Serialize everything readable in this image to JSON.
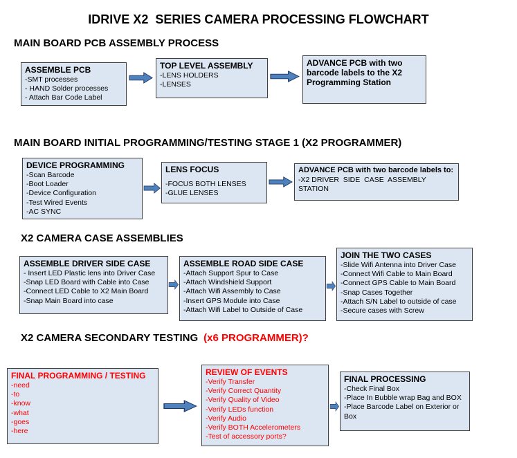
{
  "page": {
    "title": "IDRIVE X2  SERIES CAMERA PROCESSING FLOWCHART"
  },
  "colors": {
    "box_fill": "#dce6f2",
    "box_border": "#404040",
    "arrow_fill": "#4f81bd",
    "arrow_border": "#1f3864",
    "alert_red": "#ff0000"
  },
  "sections": [
    {
      "heading": "MAIN BOARD PCB ASSEMBLY PROCESS",
      "boxes": [
        {
          "title": "ASSEMBLE PCB",
          "items": [
            "-SMT processes",
            "- HAND Solder processes",
            "- Attach Bar Code Label"
          ]
        },
        {
          "title": "TOP LEVEL ASSEMBLY",
          "items": [
            "-LENS HOLDERS",
            "-LENSES"
          ]
        },
        {
          "title": "ADVANCE PCB with two barcode labels to the X2 Programming Station",
          "items": []
        }
      ]
    },
    {
      "heading": "MAIN BOARD INITIAL PROGRAMMING/TESTING STAGE 1 (X2 PROGRAMMER)",
      "boxes": [
        {
          "title": "DEVICE PROGRAMMING",
          "items": [
            "-Scan Barcode",
            "-Boot Loader",
            "-Device Configuration",
            "-Test Wired Events",
            "-AC SYNC"
          ]
        },
        {
          "title": "LENS FOCUS",
          "items": [
            "-FOCUS BOTH LENSES",
            "-GLUE LENSES"
          ]
        },
        {
          "title": "ADVANCE PCB with two barcode labels to:",
          "items": [
            "-X2 DRIVER  SIDE  CASE  ASSEMBLY STATION"
          ]
        }
      ]
    },
    {
      "heading": "X2 CAMERA CASE ASSEMBLIES",
      "boxes": [
        {
          "title": "ASSEMBLE DRIVER SIDE CASE",
          "items": [
            "- Insert LED Plastic lens into Driver Case",
            "-Snap LED Board with Cable into Case",
            "-Connect LED Cable to X2 Main Board",
            "-Snap Main Board into case"
          ]
        },
        {
          "title": "ASSEMBLE ROAD SIDE CASE",
          "items": [
            "-Attach Support Spur to Case",
            "-Attach Windshield Support",
            "-Attach Wifi Assembly to Case",
            "-Insert GPS Module into Case",
            "-Attach Wifi Label to Outside of Case"
          ]
        },
        {
          "title": "JOIN THE TWO CASES",
          "items": [
            "-Slide Wifi Antenna into Driver Case",
            "-Connect Wifi Cable to Main Board",
            "-Connect GPS Cable to Main Board",
            "-Snap Cases Together",
            "-Attach S/N Label to outside of case",
            "-Secure cases with Screw"
          ]
        }
      ]
    },
    {
      "heading": "X2 CAMERA SECONDARY TESTING",
      "heading_suffix": "(x6 PROGRAMMER)?",
      "boxes": [
        {
          "title": "FINAL PROGRAMMING / TESTING",
          "text_color": "red",
          "items": [
            "-need",
            "-to",
            "-know",
            "-what",
            "-goes",
            "-here"
          ]
        },
        {
          "title": "REVIEW OF EVENTS",
          "text_color": "red",
          "items": [
            "-Verify Transfer",
            "-Verify Correct Quantity",
            "-Verify Quality of Video",
            "-Verify LEDs function",
            "-Verify Audio",
            "-Verify BOTH Accelerometers",
            "-Test of accessory ports?"
          ]
        },
        {
          "title": "FINAL PROCESSING",
          "items": [
            "-Check Final Box",
            "-Place In Bubble wrap Bag and BOX",
            "-Place Barcode Label on Exterior or Box"
          ]
        }
      ]
    }
  ]
}
